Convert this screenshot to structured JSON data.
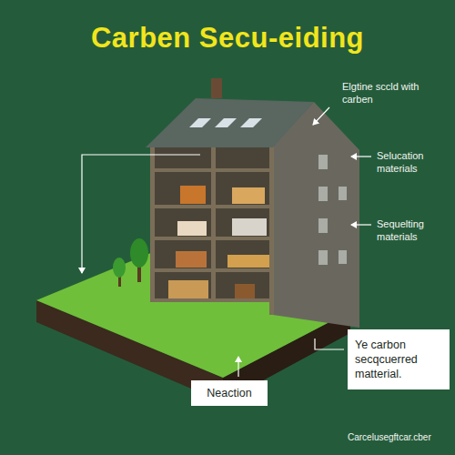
{
  "diagram": {
    "title": "Carben Secu-eiding",
    "nodes": [
      {
        "text": [
          "Ye carbon secqcuerred matterial."
        ]
      },
      {
        "text": [
          "Neaction"
        ]
      }
    ],
    "labels": [
      "Elgtine sccld with carben",
      "Selucation materials",
      "Sequelting materials",
      "Carcelusegftcar.cber"
    ]
  }
}
